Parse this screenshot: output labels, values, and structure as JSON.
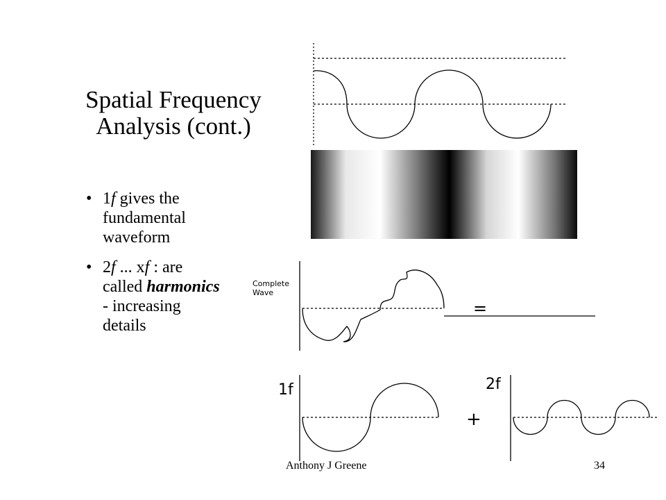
{
  "slide": {
    "title_line1": "Spatial Frequency",
    "title_line2": "Analysis (cont.)",
    "bullets": [
      {
        "marker": "•",
        "lead": "1",
        "italic": "f",
        "rest": " gives  the fundamental waveform",
        "rest_bold_italic": "",
        "tail": ""
      },
      {
        "marker": "•",
        "lead": " 2",
        "italic": "f",
        "rest": " ... x",
        "italic2": "f",
        "rest2": " :  are called ",
        "rest_bold_italic": "harmonics",
        "tail": " - increasing details"
      }
    ],
    "footer_author": "Anthony J Greene",
    "footer_page": "34"
  },
  "figure": {
    "complete_wave_label_line1": "Complete",
    "complete_wave_label_line2": "Wave",
    "equals_sign": "=",
    "plus_sign": "+",
    "label_1f": "1f",
    "label_2f": "2f"
  }
}
